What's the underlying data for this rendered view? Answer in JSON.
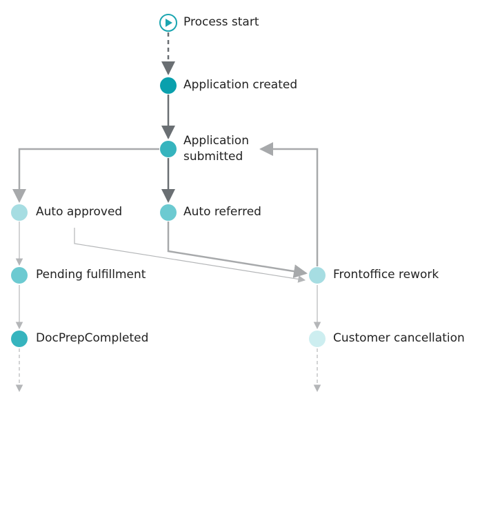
{
  "diagram": {
    "start": {
      "label": "Process start",
      "color": "#1aa5b0"
    },
    "nodes": [
      {
        "id": "created",
        "label": "Application created",
        "color": "#0aa0ad"
      },
      {
        "id": "submitted",
        "label": "Application submitted",
        "color": "#36b4be"
      },
      {
        "id": "auto_approved",
        "label": "Auto approved",
        "color": "#a6dde2"
      },
      {
        "id": "auto_referred",
        "label": "Auto referred",
        "color": "#6ccad1"
      },
      {
        "id": "pending",
        "label": "Pending fulfillment",
        "color": "#6ccad1"
      },
      {
        "id": "docprep",
        "label": "DocPrepCompleted",
        "color": "#36b4be"
      },
      {
        "id": "frontoffice",
        "label": "Frontoffice rework",
        "color": "#a6dde2"
      },
      {
        "id": "cancel",
        "label": "Customer cancellation",
        "color": "#cdeef0"
      }
    ],
    "edge_colors": {
      "dark": "#6a6f73",
      "mid": "#a7a9ab",
      "light": "#b4b6b8"
    }
  }
}
